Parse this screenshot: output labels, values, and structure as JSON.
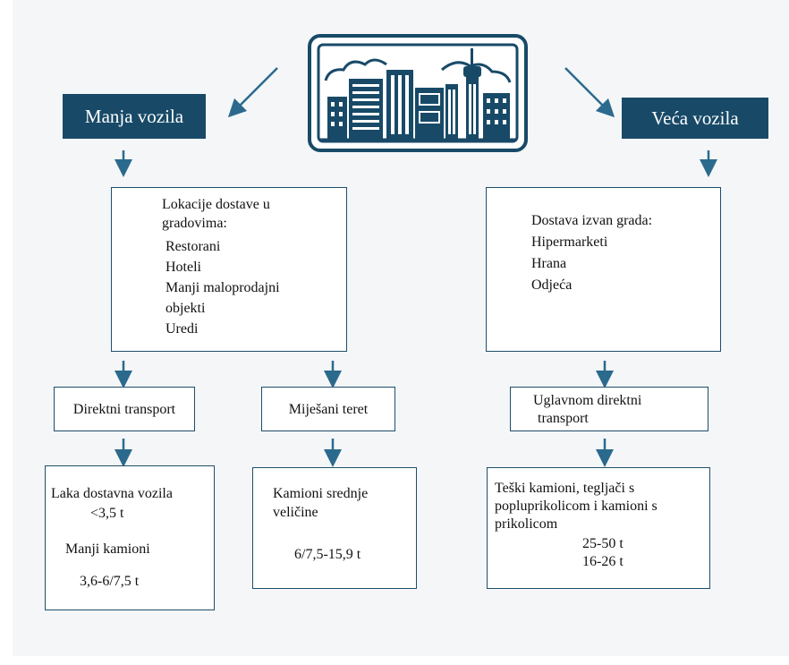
{
  "colors": {
    "accent": "#184a68",
    "arrow": "#2b6a8d",
    "background": "#f4f6f8"
  },
  "icons": {
    "center": "city-skyline-icon"
  },
  "left_header": "Manja vozila",
  "right_header": "Veća vozila",
  "city_box": {
    "title": "Lokacije dostave u",
    "title2": "gradovima:",
    "items": [
      "Restorani",
      "Hoteli",
      "Manji maloprodajni",
      "objekti",
      "Uredi"
    ]
  },
  "outside_box": {
    "title": "Dostava izvan grada:",
    "items": [
      "Hipermarketi",
      "Hrana",
      "Odjeća"
    ]
  },
  "direct_transport": "Direktni transport",
  "mixed_cargo": "Miješani teret",
  "mostly_direct": {
    "line1": "Uglavnom direktni",
    "line2": "transport"
  },
  "light_vehicles": {
    "line1": "Laka dostavna vozila",
    "line2": "<3,5 t",
    "line3": "Manji kamioni",
    "line4": "3,6-6/7,5 t"
  },
  "medium_trucks": {
    "line1": "Kamioni srednje",
    "line2": "veličine",
    "line3": "6/7,5-15,9 t"
  },
  "heavy_trucks": {
    "line1": "Teški kamioni, tegljači s",
    "line2": "popluprikolicom i kamioni s",
    "line3": "prikolicom",
    "line4": "25-50 t",
    "line5": "16-26 t"
  }
}
